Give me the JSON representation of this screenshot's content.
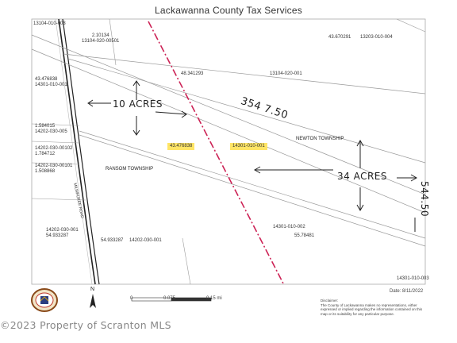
{
  "header": {
    "title": "Lackawanna County Tax Services"
  },
  "parcels": {
    "p1": "13104-010-003",
    "p2_acres": "2.10134",
    "p2_id": "13104-020-00501",
    "p3_acres": "43.670291",
    "p3_id": "13203-010-004",
    "p4_acres": "43.476838",
    "p4_id": "14301-010-001",
    "p5_acres": "48.341293",
    "p5_id": "13104-020-001",
    "p6_acres": "1.584015",
    "p6_id": "14202-030-005",
    "p7_id": "14202-030-00102",
    "p7_acres": "1.784712",
    "p8_id": "14202-030-00101",
    "p8_acres": "1.508868",
    "hl_acres": "43.476838",
    "hl_id": "14301-010-001",
    "p9_acres": "54.933287",
    "p9_id": "14202-030-001",
    "p10_id": "14202-030-001",
    "p10_acres": "54.933287",
    "p11_id": "14301-010-002",
    "p11_acres": "55.78481",
    "p12_id": "14301-010-003"
  },
  "townships": {
    "newton": "NEWTON TOWNSHIP",
    "ransom": "RANSOM TOWNSHIP"
  },
  "road_label": "MILWAUKEE ROAD",
  "handwriting": {
    "acres_10": "10 ACRES",
    "acres_34": "34 ACRES",
    "dim_top": "354 7.50",
    "dim_side": "544.50"
  },
  "scale_bar": {
    "ticks": [
      "0",
      "0.075",
      "0.15 mi"
    ]
  },
  "north_label": "N",
  "date": "Date: 8/11/2022",
  "disclaimer": {
    "title": "Disclaimer:",
    "body": "The County of Lackawanna makes no representations, either expressed or implied regarding the information contained on this map or its suitability for any particular purpose."
  },
  "watermark": "©2023 Property of Scranton MLS",
  "colors": {
    "boundary_dash": "#cc2255",
    "highlight": "#ffe566",
    "line": "#888888"
  }
}
